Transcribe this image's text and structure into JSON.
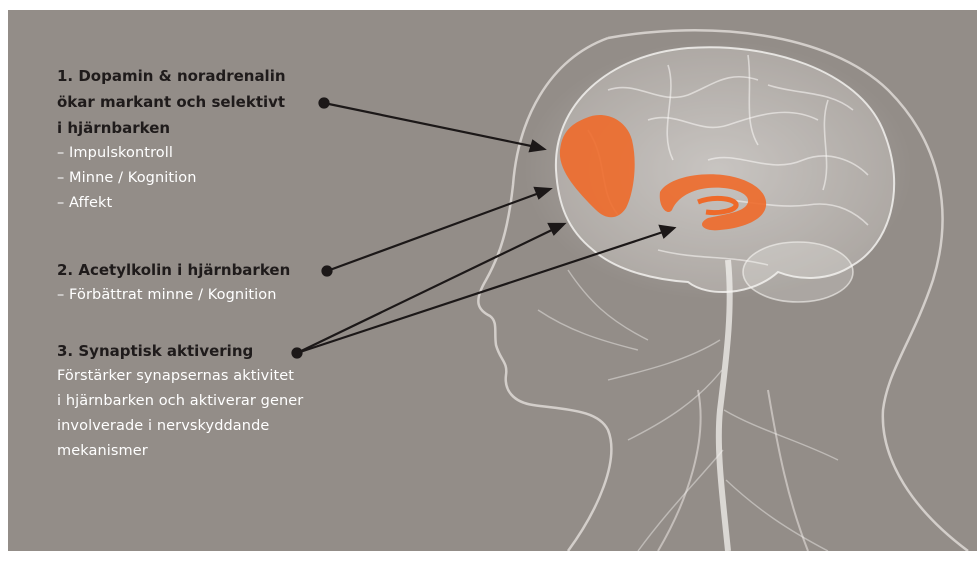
{
  "items": [
    {
      "heading_lines": [
        "1. Dopamin & noradrenalin",
        "ökar markant och selektivt",
        "i hjärnbarken"
      ],
      "lines": [
        "– Impulskontroll",
        "– Minne / Kognition",
        "– Affekt"
      ]
    },
    {
      "heading_lines": [
        "2. Acetylkolin i hjärnbarken"
      ],
      "lines": [
        "– Förbättrat minne / Kognition"
      ]
    },
    {
      "heading_lines": [
        "3. Synaptisk aktivering"
      ],
      "lines": [
        "Förstärker synapsernas aktivitet",
        "i hjärnbarken och aktiverar gener",
        "involverade i nervskyddande",
        "mekanismer"
      ]
    }
  ],
  "colors": {
    "background": "#938d88",
    "highlight": "#ee6a2a",
    "heading": "#1f1b1b",
    "body_text": "#ffffff"
  }
}
